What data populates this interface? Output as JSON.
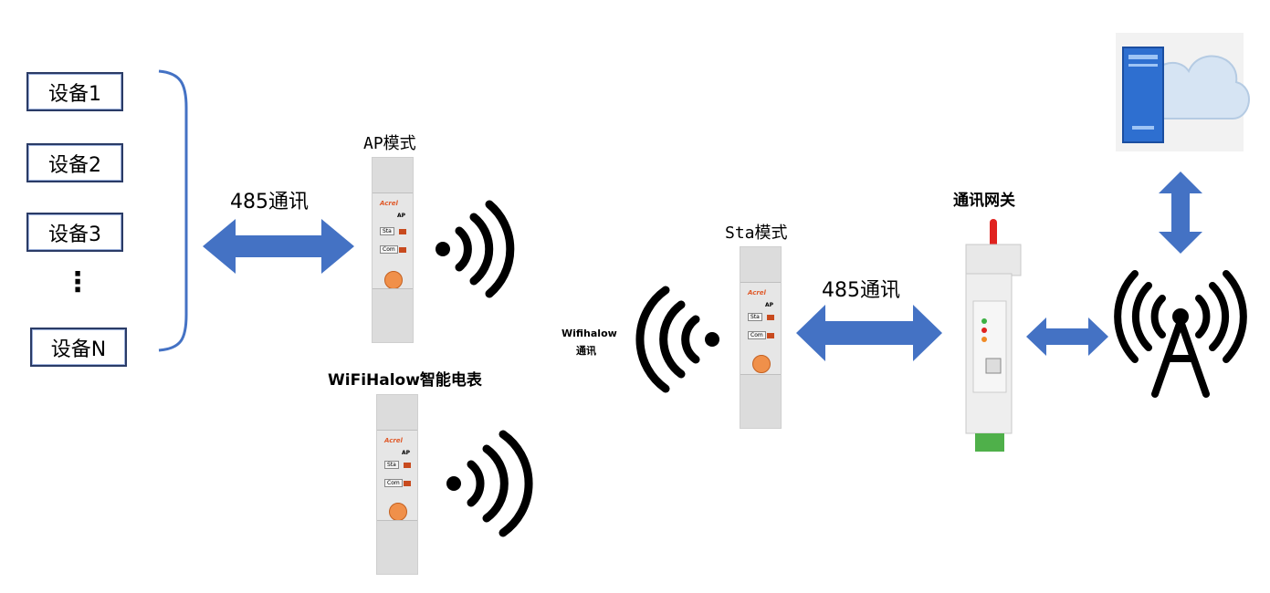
{
  "devices": [
    "设备1",
    "设备2",
    "设备3",
    "设备N"
  ],
  "ellipsis": "⋮",
  "labels": {
    "comm_485_left": "485通讯",
    "ap_mode": "AP模式",
    "wifihalow_meter": "WiFiHalow智能电表",
    "wifihalow_comm_line1": "Wifihalow",
    "wifihalow_comm_line2": "通讯",
    "sta_mode": "Sta模式",
    "comm_485_right": "485通讯",
    "gateway": "通讯网关"
  },
  "meter": {
    "brand": "Acrel",
    "mode": "AP",
    "sta_label": "Sta",
    "com_label": "Com"
  },
  "colors": {
    "arrow": "#4472c4",
    "device_border": "#2a3b66",
    "brace": "#4472c4"
  },
  "icons": [
    "wifi-signal-icon",
    "cell-tower-icon",
    "cloud-server-icon"
  ]
}
